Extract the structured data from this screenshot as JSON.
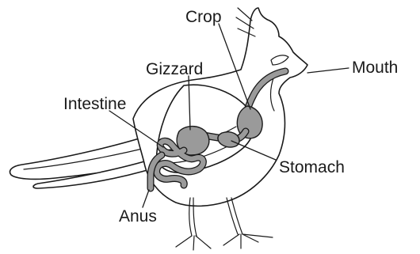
{
  "labels": {
    "crop": "Crop",
    "mouth": "Mouth",
    "gizzard": "Gizzard",
    "intestine": "Intestine",
    "stomach": "Stomach",
    "anus": "Anus"
  },
  "colors": {
    "organ_fill": "#9a9a9a",
    "line": "#1a1a1a",
    "background": "#ffffff"
  }
}
